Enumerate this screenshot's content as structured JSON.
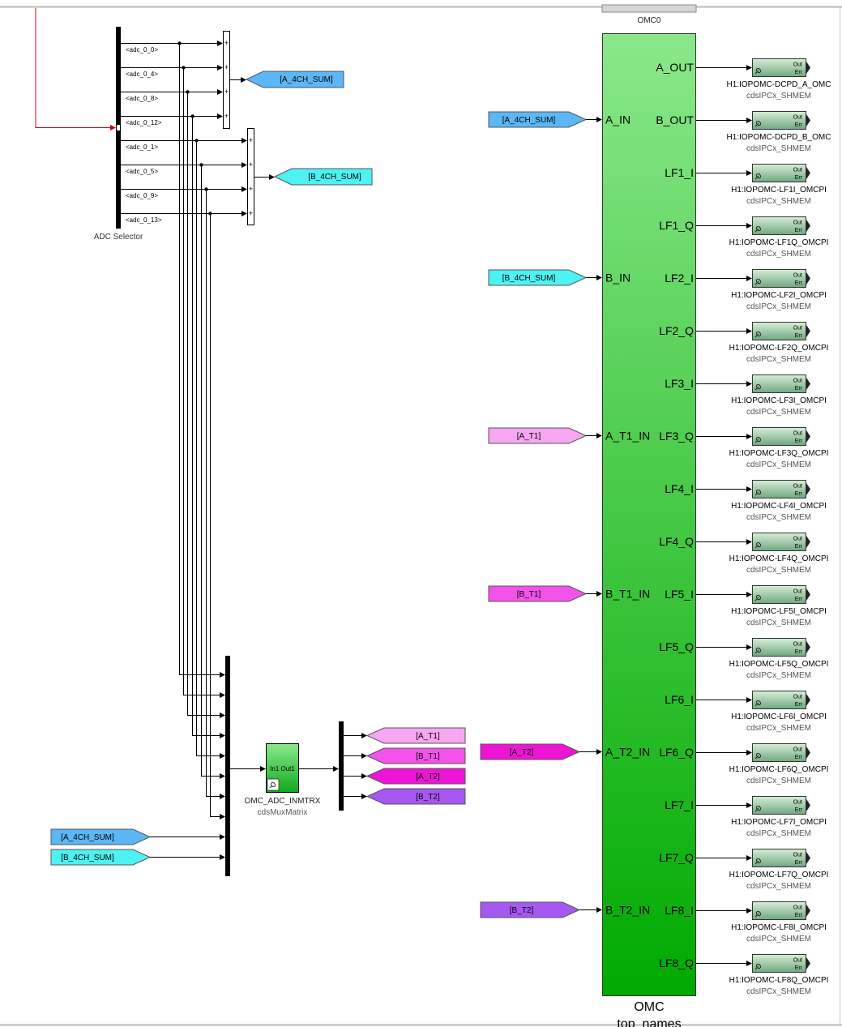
{
  "adc_selector": {
    "label": "ADC Selector",
    "ports": [
      "<adc_0_0>",
      "<adc_0_4>",
      "<adc_0_8>",
      "<adc_0_12>",
      "<adc_0_1>",
      "<adc_0_5>",
      "<adc_0_9>",
      "<adc_0_13>"
    ]
  },
  "sum_tags": {
    "a": "[A_4CH_SUM]",
    "b": "[B_4CH_SUM]"
  },
  "matrix": {
    "ports": "In1 Out1",
    "name": "OMC_ADC_INMTRX",
    "lib": "cdsMuxMatrix"
  },
  "goto_tags": [
    "[A_T1]",
    "[B_T1]",
    "[A_T2]",
    "[B_T2]"
  ],
  "from_tags_left": [
    "[A_4CH_SUM]",
    "[B_4CH_SUM]"
  ],
  "omc_inputs": [
    {
      "tag": "[A_4CH_SUM]",
      "port": "A_IN",
      "color": "#5bb7f5"
    },
    {
      "tag": "[B_4CH_SUM]",
      "port": "B_IN",
      "color": "#4ff2f2"
    },
    {
      "tag": "[A_T1]",
      "port": "A_T1_IN",
      "color": "#f7a6f1"
    },
    {
      "tag": "[B_T1]",
      "port": "B_T1_IN",
      "color": "#f353ea"
    },
    {
      "tag": "[A_T2]",
      "port": "A_T2_IN",
      "color": "#ee14d6"
    },
    {
      "tag": "[B_T2]",
      "port": "B_T2_IN",
      "color": "#a658f1"
    }
  ],
  "omc_outputs": [
    "A_OUT",
    "B_OUT",
    "LF1_I",
    "LF1_Q",
    "LF2_I",
    "LF2_Q",
    "LF3_I",
    "LF3_Q",
    "LF4_I",
    "LF4_Q",
    "LF5_I",
    "LF5_Q",
    "LF6_I",
    "LF6_Q",
    "LF7_I",
    "LF7_Q",
    "LF8_I",
    "LF8_Q"
  ],
  "shmem_blocks": [
    "H1:IOPOMC-DCPD_A_OMC",
    "H1:IOPOMC-DCPD_B_OMC",
    "H1:IOPOMC-LF1I_OMCPI",
    "H1:IOPOMC-LF1Q_OMCPI",
    "H1:IOPOMC-LF2I_OMCPI",
    "H1:IOPOMC-LF2Q_OMCPI",
    "H1:IOPOMC-LF3I_OMCPI",
    "H1:IOPOMC-LF3Q_OMCPI",
    "H1:IOPOMC-LF4I_OMCPI",
    "H1:IOPOMC-LF4Q_OMCPI",
    "H1:IOPOMC-LF5I_OMCPI",
    "H1:IOPOMC-LF5Q_OMCPI",
    "H1:IOPOMC-LF6I_OMCPI",
    "H1:IOPOMC-LF6Q_OMCPI",
    "H1:IOPOMC-LF7I_OMCPI",
    "H1:IOPOMC-LF7Q_OMCPI",
    "H1:IOPOMC-LF8I_OMCPI",
    "H1:IOPOMC-LF8Q_OMCPI"
  ],
  "shmem_lib": "cdsIPCx_SHMEM",
  "shmem_ports": {
    "out": "Out",
    "err": "Err"
  },
  "omc0_label": "OMC0",
  "omc_block": {
    "name": "OMC",
    "sub": "top_names"
  },
  "colors": {
    "a_sum": "#5bb7f5",
    "b_sum": "#4ff2f2",
    "a_t1": "#f7a6f1",
    "b_t1": "#f353ea",
    "a_t2": "#ee14d6",
    "b_t2": "#a658f1",
    "omc_top": "#8ae88a",
    "omc_bottom": "#00aa00",
    "shmem_top": "#d8eed8",
    "shmem_bottom": "#6fa87f",
    "signal_red": "#d40000"
  }
}
